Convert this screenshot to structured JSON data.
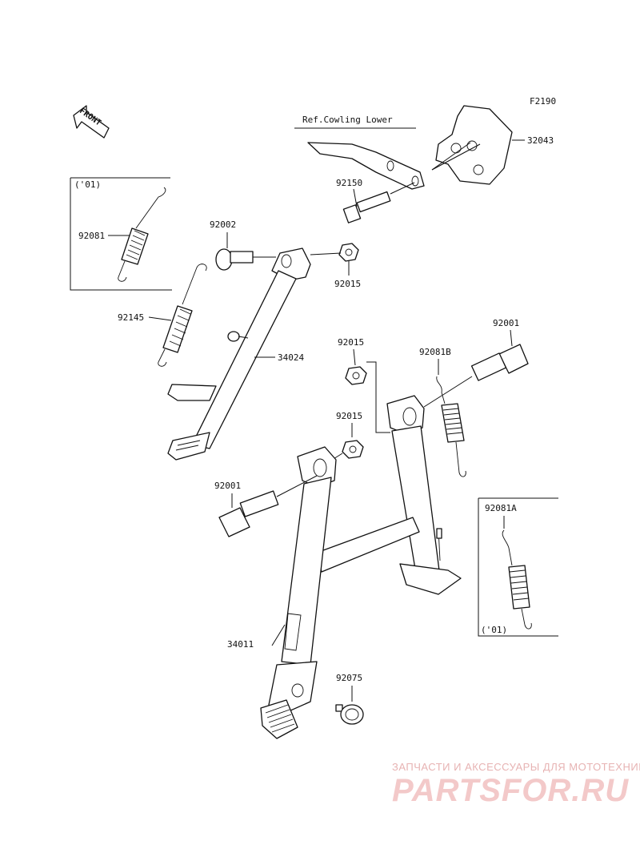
{
  "diagram": {
    "figure_code": "F2190",
    "front_marker": "FRONT",
    "ref_note": "Ref.Cowling Lower",
    "callouts": {
      "p32043": "32043",
      "p92150": "92150",
      "p92002": "92002",
      "p92015_a": "92015",
      "p92081": "92081",
      "p92145": "92145",
      "p34024": "34024",
      "p92015_b": "92015",
      "p92081b": "92081B",
      "p92001_a": "92001",
      "p92015_c": "92015",
      "p92001_b": "92001",
      "p92081a": "92081A",
      "p34011": "34011",
      "p92075": "92075"
    },
    "inset_left_variant": "('01)",
    "inset_right_variant": "('01)"
  },
  "watermark": {
    "tagline": "ЗАПЧАСТИ И АКСЕССУАРЫ ДЛЯ МОТОТЕХНИКИ",
    "brand": "PARTSFOR.RU"
  },
  "colors": {
    "line": "#111111",
    "watermark": "#e7a7a7"
  }
}
